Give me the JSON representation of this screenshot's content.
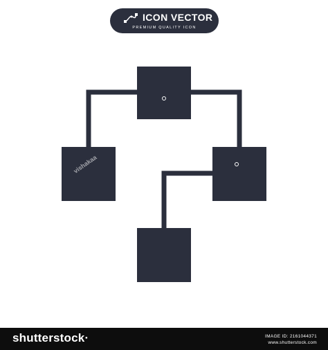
{
  "badge": {
    "title": "ICON VECTOR",
    "subtitle": "PREMIUM QUALITY ICON",
    "icon": "vector-path-icon"
  },
  "artwork": {
    "icon": "hierarchy-structure-icon",
    "fill_color": "#2b2f3d",
    "watermark_name": "vishakaa"
  },
  "footer": {
    "brand": "shutterstock",
    "brand_suffix": "·",
    "image_id": "IMAGE ID: 2161044371",
    "site": "www.shutterstock.com"
  },
  "colors": {
    "badge_bg": "#2b2f3d",
    "footer_bg": "#0d0d0d",
    "background": "#ffffff"
  }
}
